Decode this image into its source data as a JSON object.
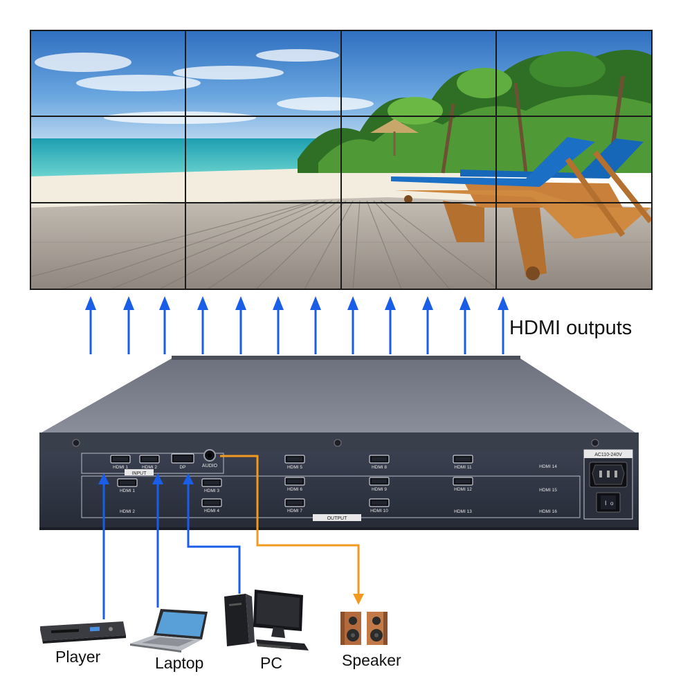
{
  "outputs_label": "HDMI outputs",
  "colors": {
    "arrow_blue": "#1a5ee8",
    "audio_orange": "#f29a1f",
    "chassis_top": "#7b7f8c",
    "chassis_panel": "#2d3342",
    "sky": "#4a8fd6",
    "sea": "#3fc9c8",
    "sand": "#f4efe4",
    "deck": "#a9a19a",
    "lounger": "#c9803a",
    "cushion": "#1767b8"
  },
  "panel": {
    "input_group": "INPUT",
    "output_group": "OUTPUT",
    "power_label": "AC110-240V",
    "inputs": [
      "HDMI 1",
      "HDMI 2",
      "DP"
    ],
    "audio": "AUDIO",
    "outputs": [
      "HDMI 1",
      "HDMI 2",
      "HDMI 3",
      "HDMI 4",
      "HDMI 5",
      "HDMI 6",
      "HDMI 7",
      "HDMI 8",
      "HDMI 9",
      "HDMI 10",
      "HDMI 11",
      "HDMI 12",
      "HDMI 13",
      "HDMI 14",
      "HDMI 15",
      "HDMI 16"
    ]
  },
  "devices": {
    "player": "Player",
    "laptop": "Laptop",
    "pc": "PC",
    "speaker": "Speaker"
  },
  "video_wall": {
    "columns": 4,
    "rows": 3
  }
}
